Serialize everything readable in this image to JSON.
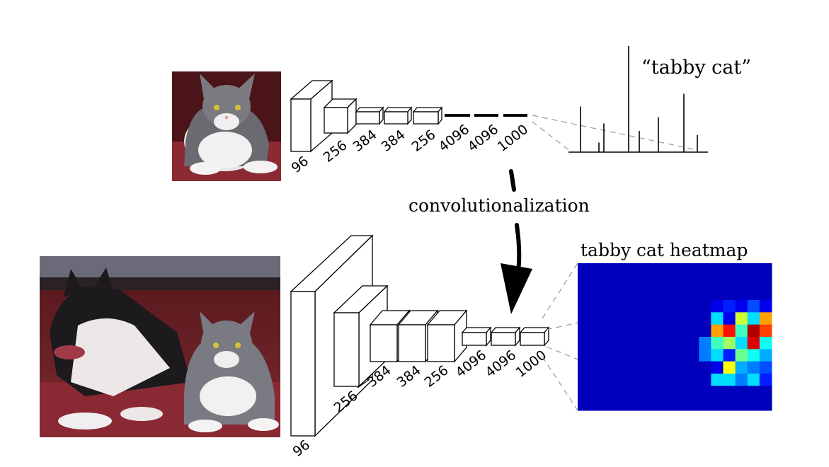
{
  "top_network": {
    "layer_labels": [
      "96",
      "256",
      "384",
      "384",
      "256",
      "4096",
      "4096",
      "1000"
    ],
    "output_label": "“tabby cat”",
    "output_spikes": [
      0.43,
      0.09,
      0.27,
      1.0,
      0.2,
      0.33,
      0.55,
      0.16
    ]
  },
  "transition": {
    "label": "convolutionalization"
  },
  "bottom_network": {
    "layer_labels": [
      "96",
      "256",
      "384",
      "384",
      "256",
      "4096",
      "4096",
      "1000"
    ],
    "heatmap_title": "tabby cat heatmap",
    "heatmap_grid": [
      [
        0,
        0,
        0,
        0,
        0,
        0,
        0,
        0,
        0,
        0,
        0,
        0,
        0,
        0,
        0,
        0
      ],
      [
        0,
        0,
        0,
        0,
        0,
        0,
        0,
        0,
        0,
        0,
        0,
        0,
        0,
        0,
        0,
        0
      ],
      [
        0,
        0,
        0,
        0,
        0,
        0,
        0,
        0,
        0,
        0,
        0,
        0,
        0,
        0,
        0,
        0
      ],
      [
        0,
        0,
        0,
        0,
        0,
        0,
        0,
        0,
        0,
        0,
        0,
        0.05,
        0.1,
        0.05,
        0.15,
        0.05
      ],
      [
        0,
        0,
        0,
        0,
        0,
        0,
        0,
        0,
        0,
        0,
        0,
        0.3,
        0.05,
        0.55,
        0.3,
        0.7
      ],
      [
        0,
        0,
        0,
        0,
        0,
        0,
        0,
        0,
        0,
        0,
        0,
        0.7,
        0.85,
        0.4,
        0.95,
        0.8
      ],
      [
        0,
        0,
        0,
        0,
        0,
        0,
        0,
        0,
        0,
        0,
        0.2,
        0.4,
        0.5,
        0.3,
        0.9,
        0.35
      ],
      [
        0,
        0,
        0,
        0,
        0,
        0,
        0,
        0,
        0,
        0,
        0.2,
        0.3,
        0.1,
        0.45,
        0.35,
        0.25
      ],
      [
        0,
        0,
        0,
        0,
        0,
        0,
        0,
        0,
        0,
        0,
        0,
        0.05,
        0.6,
        0.25,
        0.2,
        0.15
      ],
      [
        0,
        0,
        0,
        0,
        0,
        0,
        0,
        0,
        0,
        0,
        0,
        0.3,
        0.3,
        0.2,
        0.3,
        0.1
      ],
      [
        0,
        0,
        0,
        0,
        0,
        0,
        0,
        0,
        0,
        0,
        0,
        0,
        0,
        0,
        0,
        0
      ],
      [
        0,
        0,
        0,
        0,
        0,
        0,
        0,
        0,
        0,
        0,
        0,
        0,
        0,
        0,
        0,
        0
      ]
    ]
  }
}
